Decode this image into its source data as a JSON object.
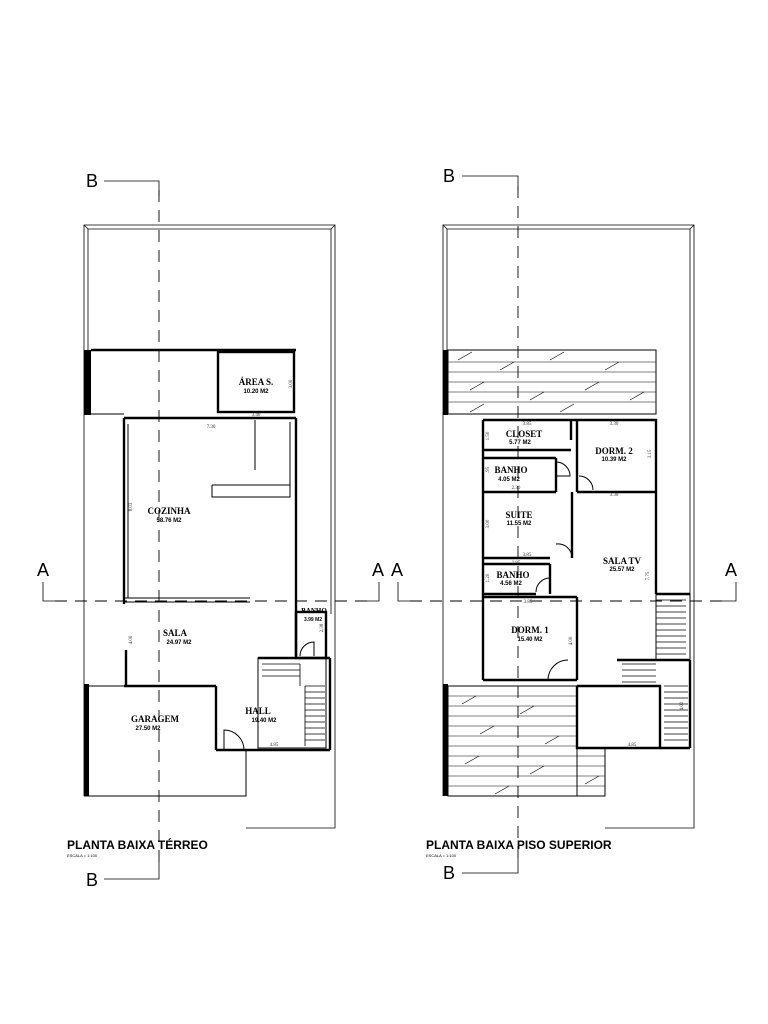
{
  "section_marks": {
    "a": "A",
    "b": "B"
  },
  "ground": {
    "title": "PLANTA BAIXA TÉRREO",
    "scale": "ESCALA = 1:100",
    "rooms": [
      {
        "name": "ÁREA  S.",
        "area": "10.20  M2"
      },
      {
        "name": "COZINHA",
        "area": "58.76  M2"
      },
      {
        "name": "SALA",
        "area": "24.97  M2"
      },
      {
        "name": "BANHO",
        "area": "3.99  M2"
      },
      {
        "name": "HALL",
        "area": "19.40  M2"
      },
      {
        "name": "GARAGEM",
        "area": "27.50  M2"
      }
    ],
    "dims": [
      "3.00",
      "3.40",
      "7.30",
      "8.03",
      "4.00",
      "2.38",
      "4.85"
    ]
  },
  "upper": {
    "title": "PLANTA BAIXA PISO SUPERIOR",
    "scale": "ESCALA = 1:100",
    "rooms": [
      {
        "name": "CLOSET",
        "area": "5.77  M2"
      },
      {
        "name": "DORM.  2",
        "area": "10.39  M2"
      },
      {
        "name": "BANHO",
        "area": "4.05  M2"
      },
      {
        "name": "SUITE",
        "area": "11.55  M2"
      },
      {
        "name": "SALA  TV",
        "area": "25.57  M2"
      },
      {
        "name": "BANHO",
        "area": "4.56  M2"
      },
      {
        "name": "DORM.  1",
        "area": "15.40  M2"
      }
    ],
    "dims": [
      "3.85",
      "3.30",
      "1.50",
      "3.15",
      ".95",
      "2.30",
      "3.30",
      "3.00",
      "3.85",
      "2.85",
      "7.75",
      "1.20",
      "3.85",
      "4.00",
      "4.85",
      "4.00"
    ]
  }
}
